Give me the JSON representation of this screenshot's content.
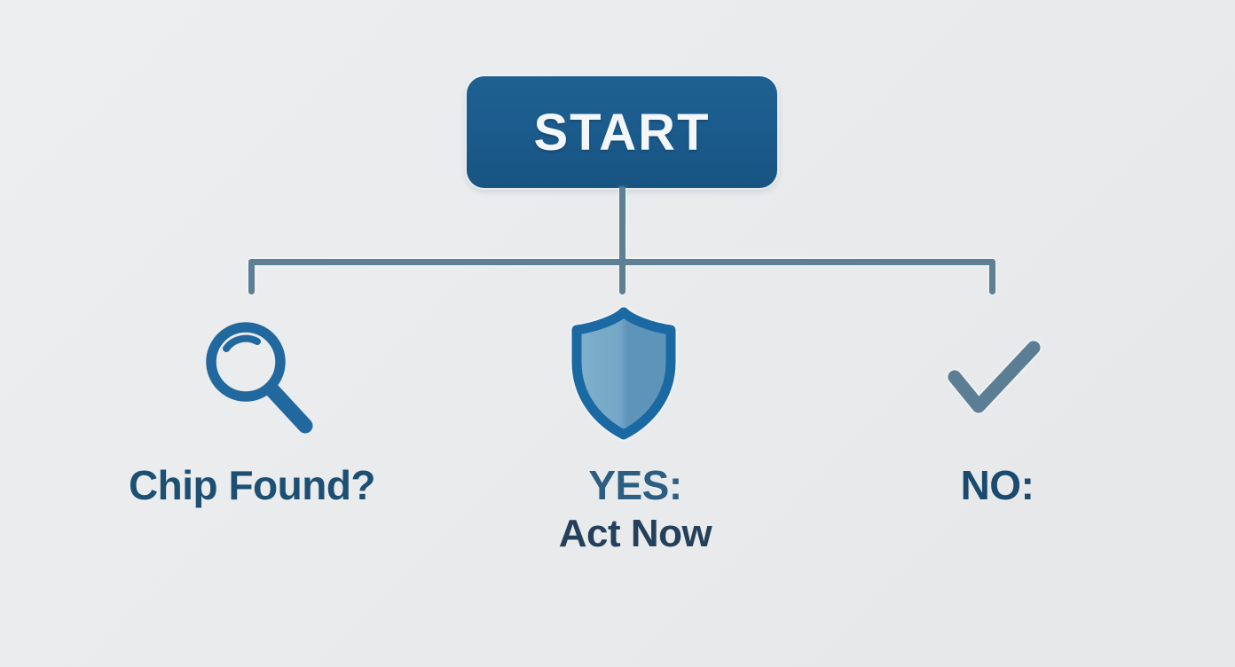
{
  "diagram": {
    "background_color": "#e9eaec",
    "connector_color": "#5d8094",
    "start_node": {
      "label": "START",
      "box_color": "#1b5b8d",
      "text_color": "#f4f7f9"
    },
    "branches": [
      {
        "position": "left",
        "icon": "magnifier-icon",
        "icon_color": "#20689e",
        "label": "Chip Found?",
        "label_color": "#1d4f73"
      },
      {
        "position": "center",
        "icon": "shield-icon",
        "icon_border_color": "#1a69a3",
        "icon_fill_light": "#7fb0cd",
        "icon_fill_mid": "#74a6c6",
        "icon_fill_dark": "#5e94b8",
        "label": "YES:",
        "label_color": "#2c5d83",
        "sublabel": "Act Now",
        "sublabel_color": "#24405a"
      },
      {
        "position": "right",
        "icon": "checkmark-icon",
        "icon_color": "#5b7e95",
        "label": "NO:",
        "label_color": "#1b4a6f"
      }
    ]
  }
}
